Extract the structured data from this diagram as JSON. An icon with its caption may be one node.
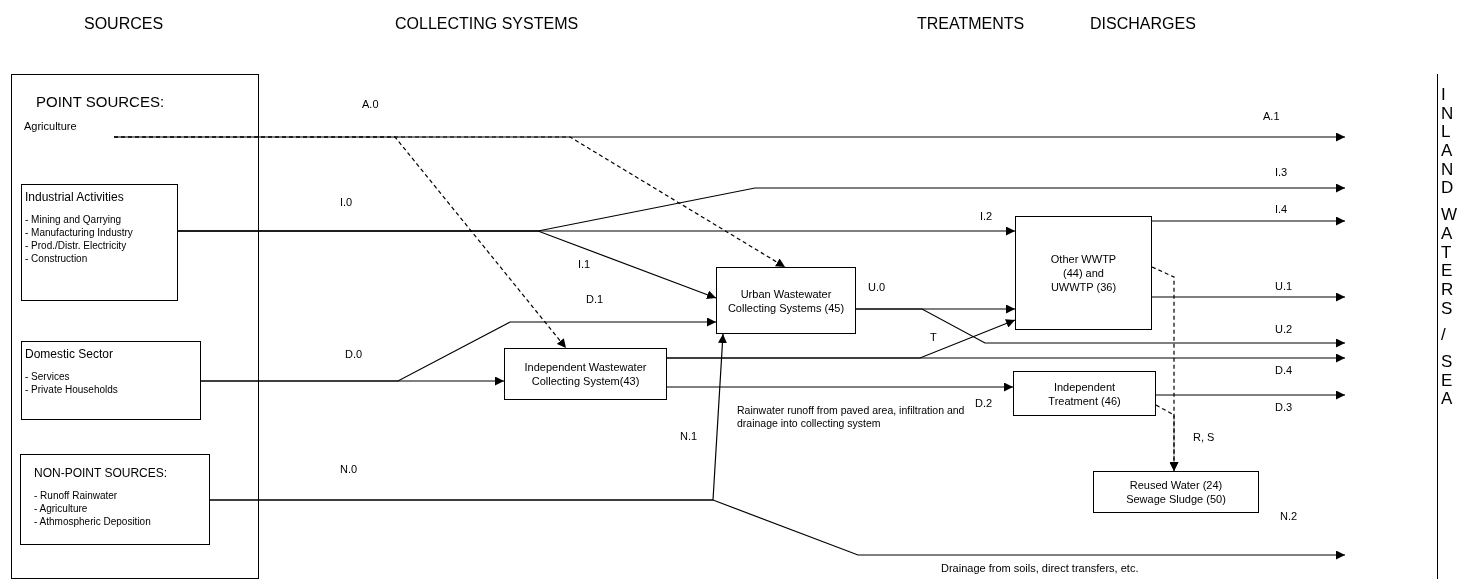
{
  "diagram": {
    "nodes": [
      {
        "text": [
          "POINT SOURCES:"
        ]
      },
      {
        "text": [
          "Agriculture"
        ],
        "in": 0
      },
      {
        "text": [
          "Industrial Activities",
          "- Mining and Qarrying",
          "- Manufacturing Industry",
          "- Prod./Distr. Electricity",
          "- Construction"
        ],
        "in": 0
      },
      {
        "text": [
          "Domestic Sector",
          "- Services",
          "- Private Households"
        ],
        "in": 0
      },
      {
        "text": [
          "NON-POINT SOURCES:",
          "- Runoff Rainwater",
          "- Agriculture",
          "- Athmospheric Deposition"
        ],
        "in": 0
      },
      {
        "text": [
          "Independent Wastewater Collecting System(43)"
        ]
      },
      {
        "text": [
          "Urban Wastewater Collecting Systems (45)"
        ]
      },
      {
        "text": [
          "Other WWTP (44) and UWWTP (36)"
        ]
      },
      {
        "text": [
          "Independent Treatment (46)"
        ]
      },
      {
        "text": [
          "Reused Water (24) Sewage Sludge (50)"
        ]
      },
      {
        "text": [
          "INLAND",
          "WATERS",
          "/",
          "SEA"
        ]
      }
    ],
    "edges": [
      {
        "from": 1,
        "to": null,
        "arrow": "to",
        "label": "A.1"
      },
      {
        "from": 1,
        "to": 5,
        "arrow": "to",
        "style": "dashed"
      },
      {
        "from": 1,
        "to": 6,
        "arrow": "to",
        "style": "dashed"
      },
      {
        "from": 2,
        "to": null,
        "arrow": "to",
        "label": "I.3"
      },
      {
        "from": 2,
        "to": 7,
        "arrow": "to",
        "label": "I.2"
      },
      {
        "from": 2,
        "to": 6,
        "arrow": "to",
        "label": "I.1"
      },
      {
        "from": 7,
        "to": null,
        "arrow": "to",
        "label": "I.4"
      },
      {
        "from": 3,
        "to": 5,
        "arrow": "to"
      },
      {
        "from": 3,
        "to": 6,
        "arrow": "to",
        "label": "D.1"
      },
      {
        "from": 6,
        "to": 7,
        "arrow": "to",
        "label": "U.0"
      },
      {
        "from": 6,
        "to": null,
        "arrow": "to",
        "label": "U.2"
      },
      {
        "from": 7,
        "to": null,
        "arrow": "to",
        "label": "U.1"
      },
      {
        "from": 5,
        "to": 7,
        "arrow": "to",
        "label": "T"
      },
      {
        "from": 5,
        "to": null,
        "arrow": "to"
      },
      {
        "from": 5,
        "to": 8,
        "arrow": "to",
        "label": "D.2"
      },
      {
        "from": 8,
        "to": null,
        "arrow": "to",
        "label": "D.4"
      },
      {
        "from": 7,
        "to": 9,
        "arrow": "to",
        "style": "dashed",
        "label": "R, S"
      },
      {
        "from": 8,
        "to": 9,
        "arrow": "to",
        "style": "dashed"
      },
      {
        "from": 4,
        "to": 6,
        "arrow": "to",
        "label": "N.1"
      },
      {
        "from": 4,
        "to": null,
        "arrow": "to",
        "label": "N.2"
      }
    ],
    "labels": [
      "SOURCES",
      "COLLECTING SYSTEMS",
      "TREATMENTS",
      "DISCHARGES",
      "A.0",
      "I.0",
      "D.0",
      "N.0",
      "D.3",
      "Rainwater runoff from paved area, infiltration and drainage into collecting system",
      "Drainage from soils, direct transfers, etc."
    ]
  }
}
